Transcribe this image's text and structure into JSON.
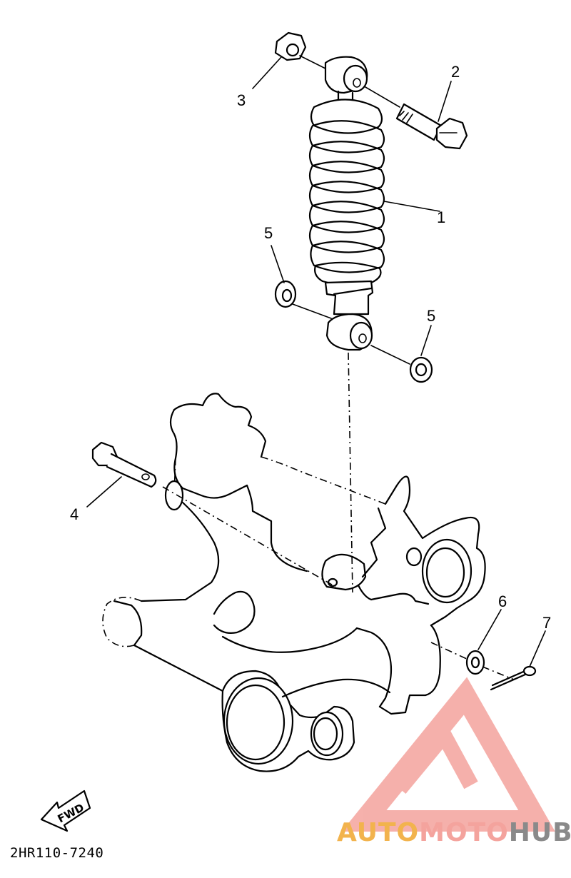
{
  "diagram": {
    "callouts": [
      "1",
      "2",
      "3",
      "4",
      "5",
      "5",
      "6",
      "7"
    ],
    "fwd_label": "FWD",
    "part_code": "2HR110-7240"
  },
  "watermark": {
    "part1": "AUTO",
    "part2": "MOTO",
    "part3": "HUB",
    "colors": {
      "auto": "#f2b34d",
      "moto": "#f4a39d",
      "hub": "#8a8a8a",
      "logo": "#f4a39d"
    }
  }
}
